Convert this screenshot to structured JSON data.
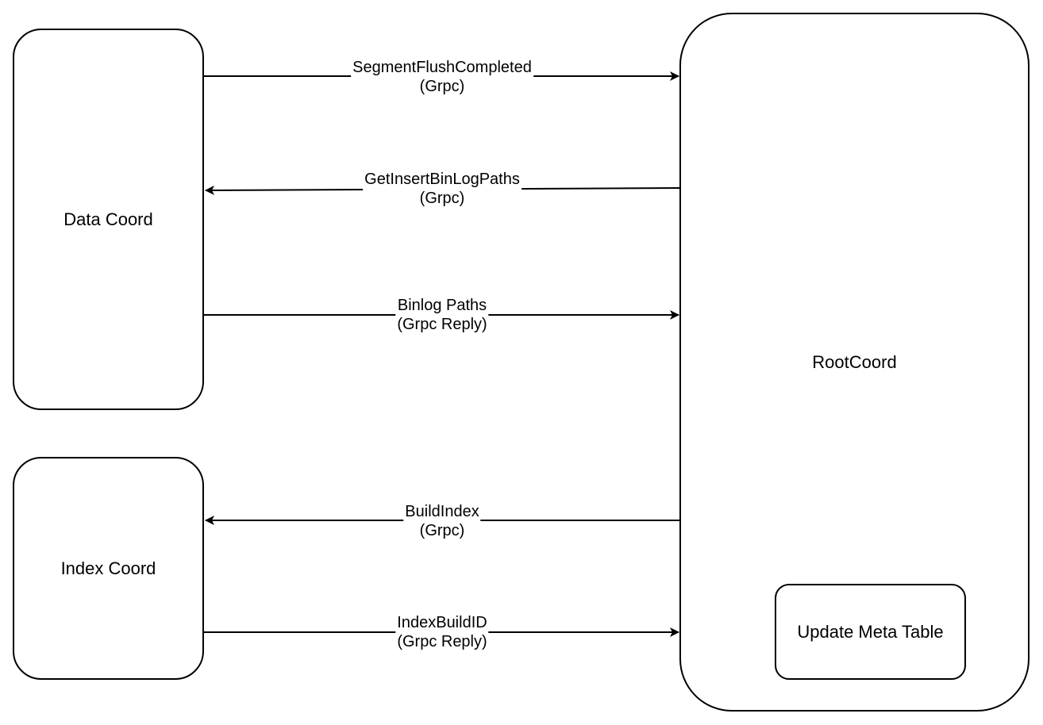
{
  "nodes": {
    "data_coord": "Data Coord",
    "index_coord": "Index Coord",
    "root_coord": "RootCoord",
    "meta_table": "Update Meta Table"
  },
  "edges": {
    "segment_flush": {
      "line1": "SegmentFlushCompleted",
      "line2": "(Grpc)"
    },
    "get_insert_binlog": {
      "line1": "GetInsertBinLogPaths",
      "line2": "(Grpc)"
    },
    "binlog_paths": {
      "line1": "Binlog Paths",
      "line2": "(Grpc Reply)"
    },
    "build_index": {
      "line1": "BuildIndex",
      "line2": "(Grpc)"
    },
    "index_build_id": {
      "line1": "IndexBuildID",
      "line2": "(Grpc Reply)"
    }
  },
  "colors": {
    "stroke": "#000000",
    "background": "#ffffff"
  }
}
